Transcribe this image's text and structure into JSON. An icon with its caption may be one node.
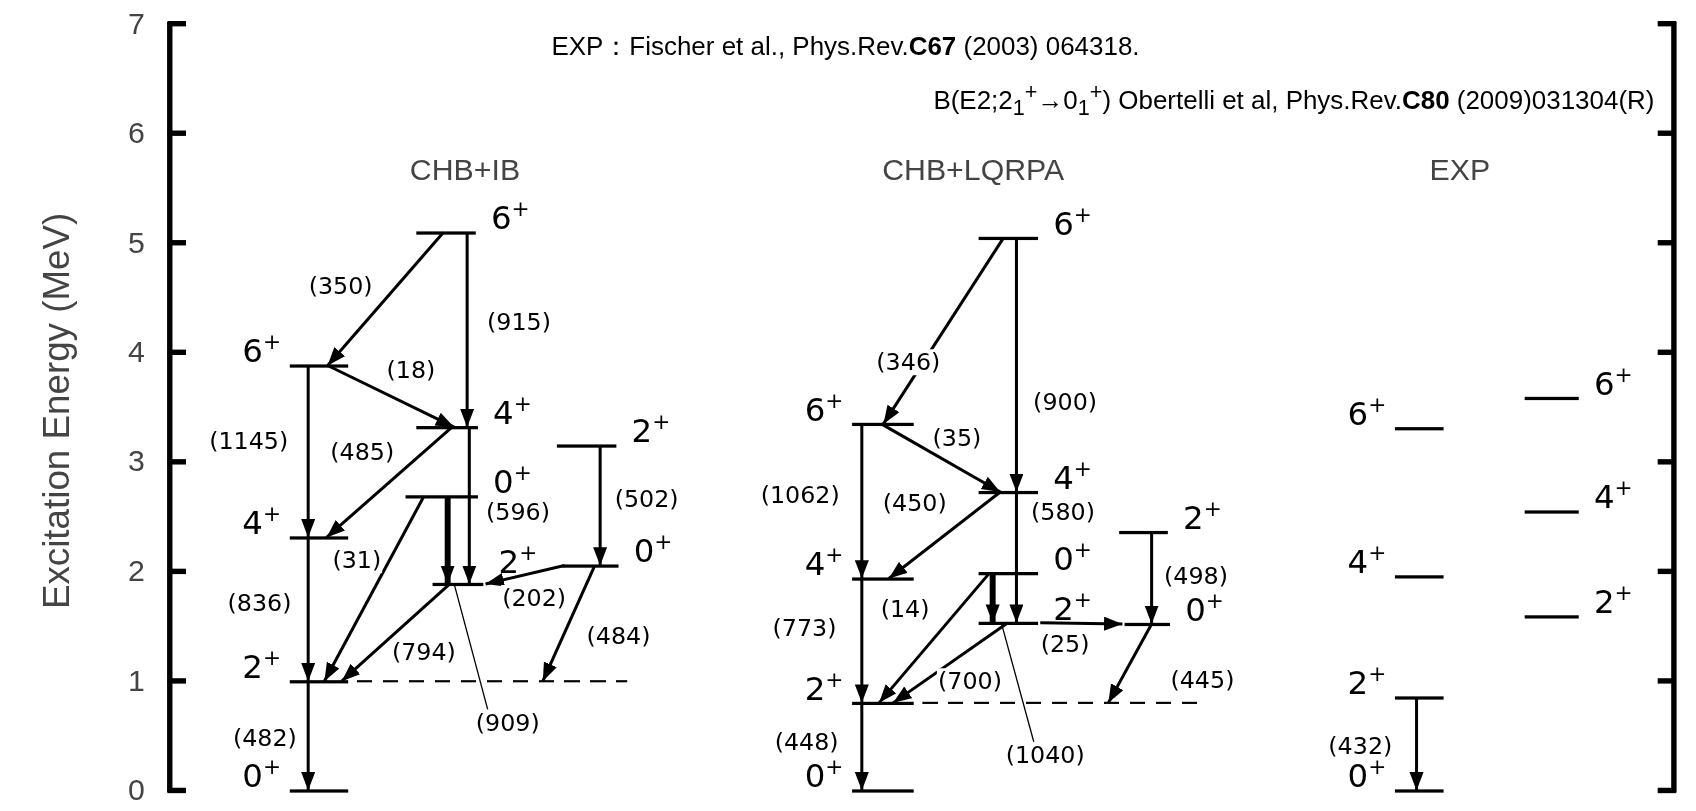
{
  "diagram": {
    "nodes": [
      {
        "text": [
          "0$^{+}$"
        ]
      },
      {
        "text": [
          "2$^{+}$"
        ]
      },
      {
        "text": [
          "4$^{+}$"
        ]
      },
      {
        "text": [
          "6$^{+}$"
        ]
      },
      {
        "text": [
          "6$^{+}$"
        ]
      },
      {
        "text": [
          "4$^{+}$"
        ]
      },
      {
        "text": [
          "0$^{+}$"
        ]
      },
      {
        "text": [
          "2$^{+}$"
        ]
      },
      {
        "text": [
          "2$^{+}$"
        ]
      },
      {
        "text": [
          "0$^{+}$"
        ]
      },
      {
        "text": [
          "(909)"
        ]
      },
      {
        "text": [
          "0$^{+}$"
        ]
      },
      {
        "text": [
          "2$^{+}$"
        ]
      },
      {
        "text": [
          "4$^{+}$"
        ]
      },
      {
        "text": [
          "6$^{+}$"
        ]
      },
      {
        "text": [
          "6$^{+}$"
        ]
      },
      {
        "text": [
          "4$^{+}$"
        ]
      },
      {
        "text": [
          "0$^{+}$"
        ]
      },
      {
        "text": [
          "2$^{+}$"
        ]
      },
      {
        "text": [
          "2$^{+}$"
        ]
      },
      {
        "text": [
          "0$^{+}$"
        ]
      },
      {
        "text": [
          "(1040)"
        ]
      },
      {
        "text": [
          "0$^{+}$"
        ]
      },
      {
        "text": [
          "2$^{+}$"
        ]
      },
      {
        "text": [
          "4$^{+}$"
        ]
      },
      {
        "text": [
          "6$^{+}$"
        ]
      },
      {
        "text": [
          "2$^{+}$"
        ]
      },
      {
        "text": [
          "4$^{+}$"
        ]
      },
      {
        "text": [
          "6$^{+}$"
        ]
      }
    ],
    "edges": [
      {
        "from": 4,
        "to": 3,
        "arrow": "to",
        "label": "(350)"
      },
      {
        "from": 4,
        "to": 5,
        "arrow": "to",
        "label": "(915)"
      },
      {
        "from": 3,
        "to": 5,
        "arrow": "to",
        "label": "(18)"
      },
      {
        "from": 3,
        "to": 2,
        "arrow": "to",
        "label": "(1145)"
      },
      {
        "from": 5,
        "to": 2,
        "arrow": "to",
        "label": "(485)"
      },
      {
        "from": 5,
        "to": 7,
        "arrow": "to",
        "label": "(596)"
      },
      {
        "from": 6,
        "to": 7,
        "arrow": "to",
        "style": "thick"
      },
      {
        "from": 6,
        "to": 1,
        "arrow": "to",
        "label": "(31)"
      },
      {
        "from": 2,
        "to": 1,
        "arrow": "to",
        "label": "(836)"
      },
      {
        "from": 7,
        "to": 1,
        "arrow": "to",
        "label": "(794)"
      },
      {
        "from": 9,
        "to": 7,
        "arrow": "to",
        "label": "(202)"
      },
      {
        "from": 8,
        "to": 9,
        "arrow": "to",
        "label": "(502)"
      },
      {
        "from": 9,
        "to": 1,
        "arrow": "to",
        "label": "(484)"
      },
      {
        "from": 1,
        "to": 0,
        "arrow": "to",
        "label": "(482)"
      },
      {
        "from": 10,
        "to": 7,
        "arrow": "none"
      },
      {
        "from": 15,
        "to": 14,
        "arrow": "to",
        "label": "(346)"
      },
      {
        "from": 15,
        "to": 16,
        "arrow": "to",
        "label": "(900)"
      },
      {
        "from": 14,
        "to": 16,
        "arrow": "to",
        "label": "(35)"
      },
      {
        "from": 14,
        "to": 13,
        "arrow": "to",
        "label": "(1062)"
      },
      {
        "from": 16,
        "to": 13,
        "arrow": "to",
        "label": "(450)"
      },
      {
        "from": 16,
        "to": 18,
        "arrow": "to",
        "label": "(580)"
      },
      {
        "from": 17,
        "to": 18,
        "arrow": "to",
        "style": "thick"
      },
      {
        "from": 17,
        "to": 12,
        "arrow": "to",
        "label": "(14)"
      },
      {
        "from": 13,
        "to": 12,
        "arrow": "to",
        "label": "(773)"
      },
      {
        "from": 18,
        "to": 12,
        "arrow": "to",
        "label": "(700)"
      },
      {
        "from": 18,
        "to": 20,
        "arrow": "to",
        "label": "(25)"
      },
      {
        "from": 19,
        "to": 20,
        "arrow": "to",
        "label": "(498)"
      },
      {
        "from": 20,
        "to": 12,
        "arrow": "to",
        "label": "(445)"
      },
      {
        "from": 12,
        "to": 11,
        "arrow": "to",
        "label": "(448)"
      },
      {
        "from": 21,
        "to": 18,
        "arrow": "none"
      },
      {
        "from": 23,
        "to": 22,
        "arrow": "to",
        "label": "(432)"
      }
    ],
    "labels": [
      "EXP：Fischer et al., Phys.Rev.**C67** (2003) 064318.",
      "B(E2;2$_{1}$$^{+}$→0$_{1}$$^{+}$) Obertelli et al, Phys.Rev.**C80** (2009)031304(R)",
      "7",
      "6",
      "5",
      "4",
      "3",
      "2",
      "1",
      "0",
      "Excitation Energy (MeV)",
      "CHB+IB",
      "CHB+LQRPA",
      "EXP"
    ]
  }
}
